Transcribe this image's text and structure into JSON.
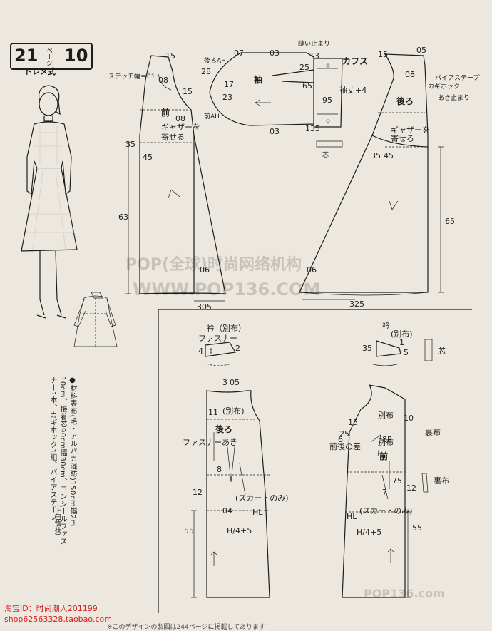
{
  "badge": {
    "number": "21",
    "unit": "ページ",
    "page": "10"
  },
  "subtitle": "ドレメ式",
  "materials": {
    "heading": "●材料",
    "lines": [
      "表布(毛・アルパカ混紡)150cm幅2m",
      "10cm、接着芯90cm幅30cm、コンシールファス",
      "ナー1本、カギホック1組、バイアステープ。"
    ],
    "designer": "(上田信枝)"
  },
  "footer": {
    "shop": "淘宝ID：时尚潮人201199",
    "url": "shop62563328.taobao.com"
  },
  "caption": "※このデザインの製図は244ページに掲載してあります",
  "watermark": {
    "line1": "POP(全球)时尚网络机构",
    "line2": "WWW.POP136.COM",
    "corner": "POP136.com"
  },
  "labels": {
    "front": "前",
    "back": "後ろ",
    "sleeve": "袖",
    "cuffs": "カフス",
    "cuff_len": "袖丈+4",
    "collar_sep": "衿（別布）",
    "collar": "衿",
    "collar_sep2": "(別布)",
    "zipper": "ファスナー",
    "zipper_open": "ファスナーあき",
    "stitch_width": "ステッチ幅＝01",
    "gather": "ギャザーを",
    "gather2": "寄せる",
    "gather_b": "ギャザーを",
    "gather_b2": "寄せる",
    "bias_tape": "バイアステープ",
    "hook": "カギホック",
    "opening_end": "あき止まり",
    "sewing_end": "縫い止まり",
    "back_ah": "後ろAH",
    "front_ah": "前AH",
    "skirt_only": "(スカートのみ)",
    "skirt_only2": "(スカートのみ)",
    "hl": "HL",
    "hl2": "HL",
    "hip": "H/4+5",
    "hip2": "H/4+5",
    "side_diff": "前後の差",
    "sep_b": "(別布)",
    "sep_c": "別布",
    "sep_d": "別布",
    "lining": "裏布",
    "lining2": "裏布",
    "core": "芯",
    "core2": "芯",
    "d63": "63",
    "d65": "65",
    "d305": "305",
    "d325": "325",
    "d55": "55",
    "d55b": "55",
    "d07": "07",
    "d03": "03",
    "d13": "13",
    "d17": "17",
    "d23": "23",
    "d28": "28",
    "d25": "25",
    "d95": "95",
    "d135": "135",
    "d65c": "65",
    "d15": "15",
    "d35": "35",
    "d45": "45",
    "d08": "08",
    "d05": "05",
    "d06": "06",
    "d12": "12",
    "d10": "10",
    "d11": "11",
    "d8": "8",
    "d04": "04",
    "d5": "5",
    "d1": "1",
    "d2": "2",
    "d3": "3",
    "d4": "4",
    "d7": "7",
    "d75": "75",
    "d25b": "25",
    "d8p": "8P",
    "d6": "6"
  },
  "colors": {
    "paper": "#ece8e0",
    "ink": "#1d1d1d",
    "footer_text": "#d81e1e"
  }
}
